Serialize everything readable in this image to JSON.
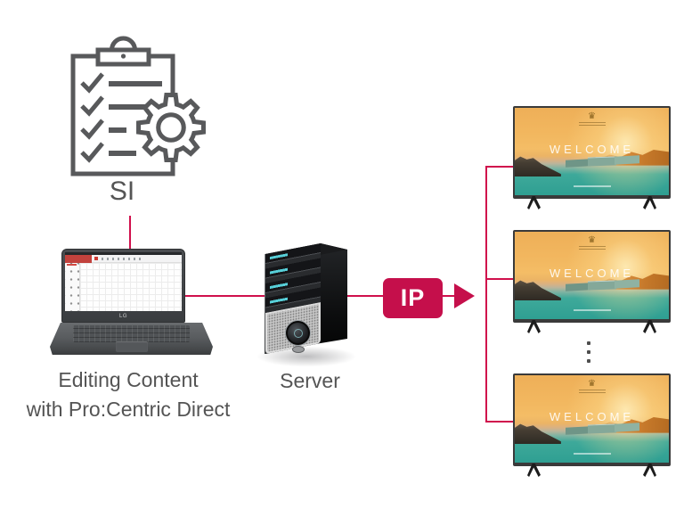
{
  "si": {
    "label": "SI",
    "icon": "clipboard-checklist-gear-icon"
  },
  "laptop": {
    "caption_line1": "Editing Content",
    "caption_line2": "with Pro:Centric Direct",
    "logo": "LG"
  },
  "server": {
    "label": "Server"
  },
  "ip": {
    "label": "IP"
  },
  "displays": {
    "welcome_text": "WELCOME",
    "visible_count": 3,
    "more_indicator_icon": "vertical-ellipsis-icon"
  },
  "colors": {
    "connector": "#d0104c",
    "badge": "#c50f4b",
    "label_text": "#545454",
    "outline_icon": "#58595b"
  }
}
